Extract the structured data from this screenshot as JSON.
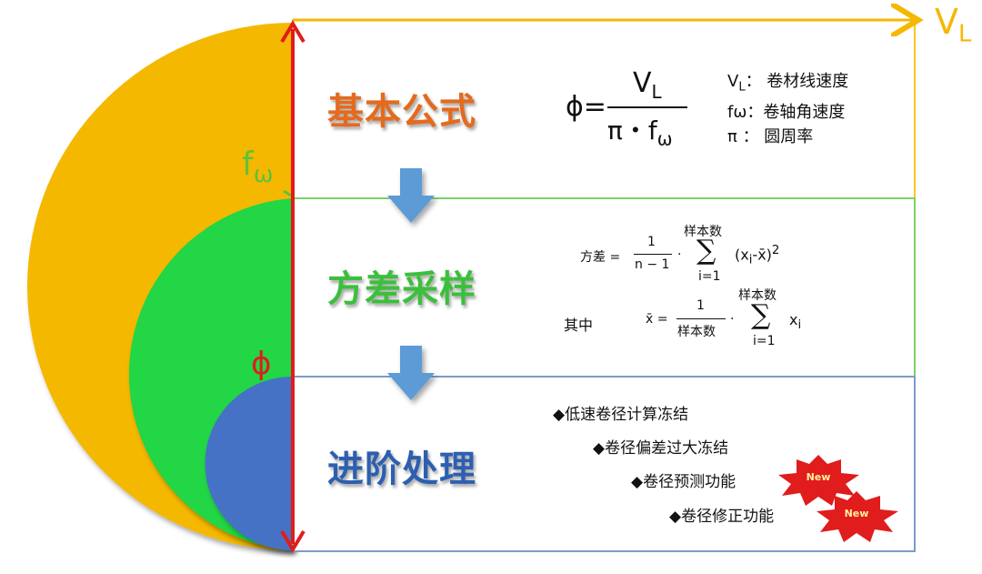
{
  "colors": {
    "outer": "#f5b800",
    "middle": "#22d645",
    "inner": "#4472c4",
    "axis_red": "#e01c1c",
    "arrow_blue": "#5b9bd5",
    "title_orange": "#e46a1e",
    "title_green": "#3cbf3c",
    "title_blue": "#2d5fb0"
  },
  "axis": {
    "vl_main": "V",
    "vl_sub": "L",
    "fw_main": "f",
    "fw_sub": "ω",
    "phi": "ϕ"
  },
  "sections": {
    "basic": {
      "title": "基本公式"
    },
    "variance": {
      "title": "方差采样"
    },
    "advanced": {
      "title": "进阶处理"
    }
  },
  "formula1": {
    "lhs": "ϕ=",
    "num_main": "V",
    "num_sub": "L",
    "den_main": "π・f",
    "den_sub": "ω",
    "defs": [
      {
        "sym": "V",
        "sub": "L",
        "text": "： 卷材线速度"
      },
      {
        "sym": "fω",
        "sub": "",
        "text": "：卷轴角速度"
      },
      {
        "sym": "π",
        "sub": "",
        "text": " ：  圆周率"
      }
    ]
  },
  "formula2": {
    "lhs": "方差 =",
    "num": "1",
    "den": "n − 1",
    "dot": "·",
    "sigma": "∑",
    "upper": "样本数",
    "lower": "i=1",
    "term": "(x",
    "term_sub": "i",
    "term_rest": "-x̄)",
    "sup": "2"
  },
  "formula3": {
    "prefix": "其中",
    "lhs": "x̄ =",
    "num": "1",
    "den": "样本数",
    "dot": "·",
    "sigma": "∑",
    "upper": "样本数",
    "lower": "i=1",
    "term": "x",
    "term_sub": "i"
  },
  "bullets": [
    "◆低速卷径计算冻结",
    "◆卷径偏差过大冻结",
    "◆卷径预测功能",
    "◆卷径修正功能"
  ],
  "badges": [
    "New",
    "New"
  ]
}
